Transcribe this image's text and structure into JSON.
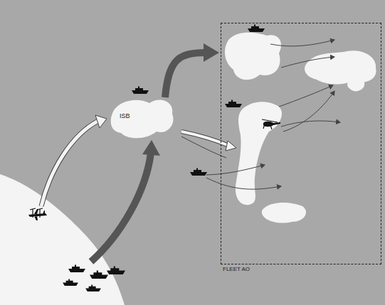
{
  "diagram": {
    "nodes": [
      {
        "text": [
          "ISB"
        ]
      },
      {
        "text": [
          "FLEET AO"
        ]
      }
    ],
    "edges": [
      {
        "from": 0,
        "to": 1,
        "arrow": "to"
      }
    ]
  }
}
